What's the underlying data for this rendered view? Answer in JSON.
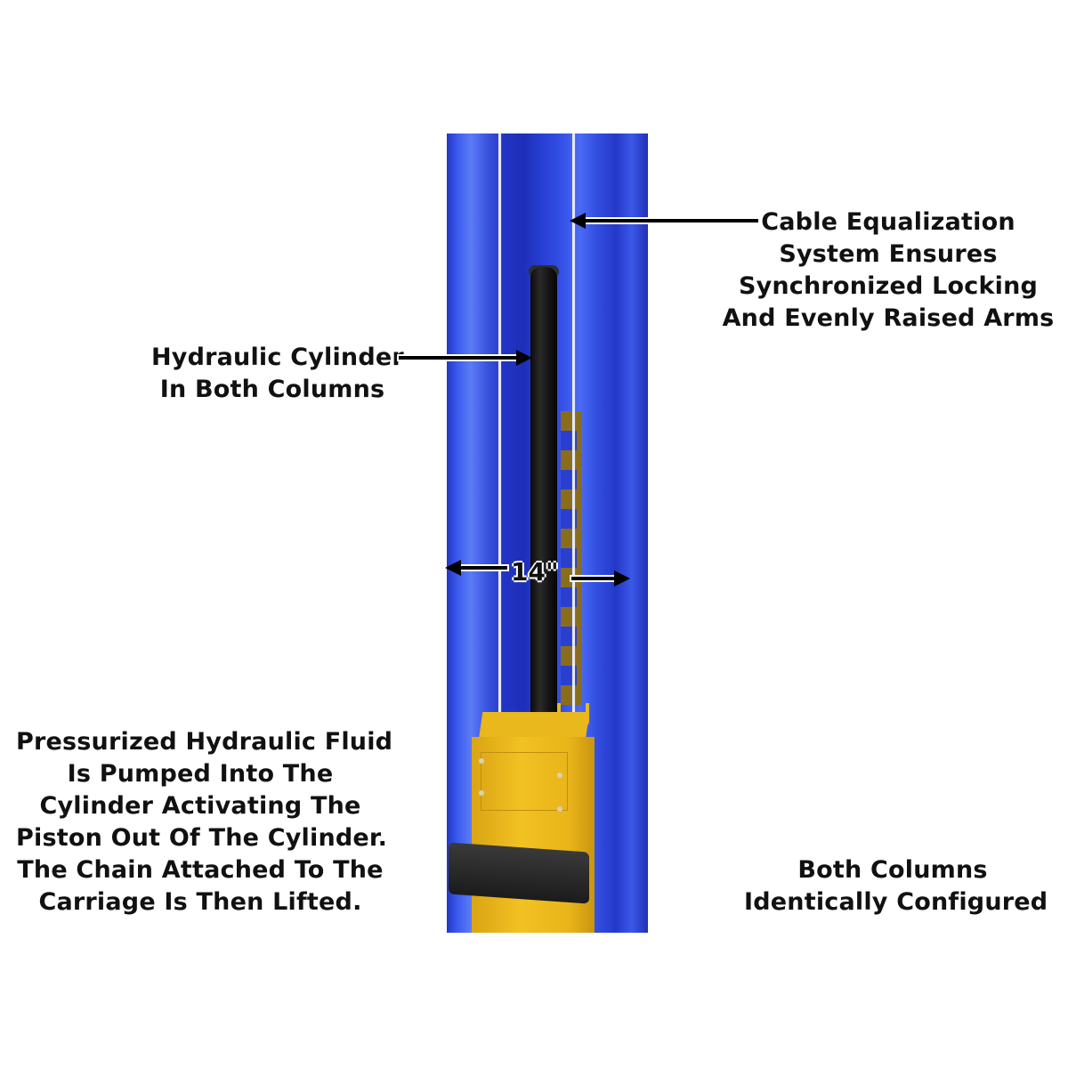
{
  "callouts": {
    "cable_equalization": {
      "lines": [
        "Cable Equalization",
        "System Ensures",
        "Synchronized Locking",
        "And Evenly Raised Arms"
      ]
    },
    "hydraulic_cylinder": {
      "lines": [
        "Hydraulic Cylinder",
        "In Both Columns"
      ]
    },
    "hydraulic_fluid": {
      "lines": [
        "Pressurized Hydraulic Fluid",
        "Is Pumped Into The",
        "Cylinder Activating The",
        "Piston Out Of The Cylinder.",
        "The Chain Attached To The",
        "Carriage Is Then Lifted."
      ]
    },
    "both_columns": {
      "lines": [
        "Both Columns",
        "Identically Configured"
      ]
    }
  },
  "dimension": {
    "label": "14\""
  },
  "colors": {
    "column_blue": "#2a40d4",
    "carriage_yellow": "#f2c122",
    "cylinder_black": "#111111",
    "text": "#111111"
  }
}
